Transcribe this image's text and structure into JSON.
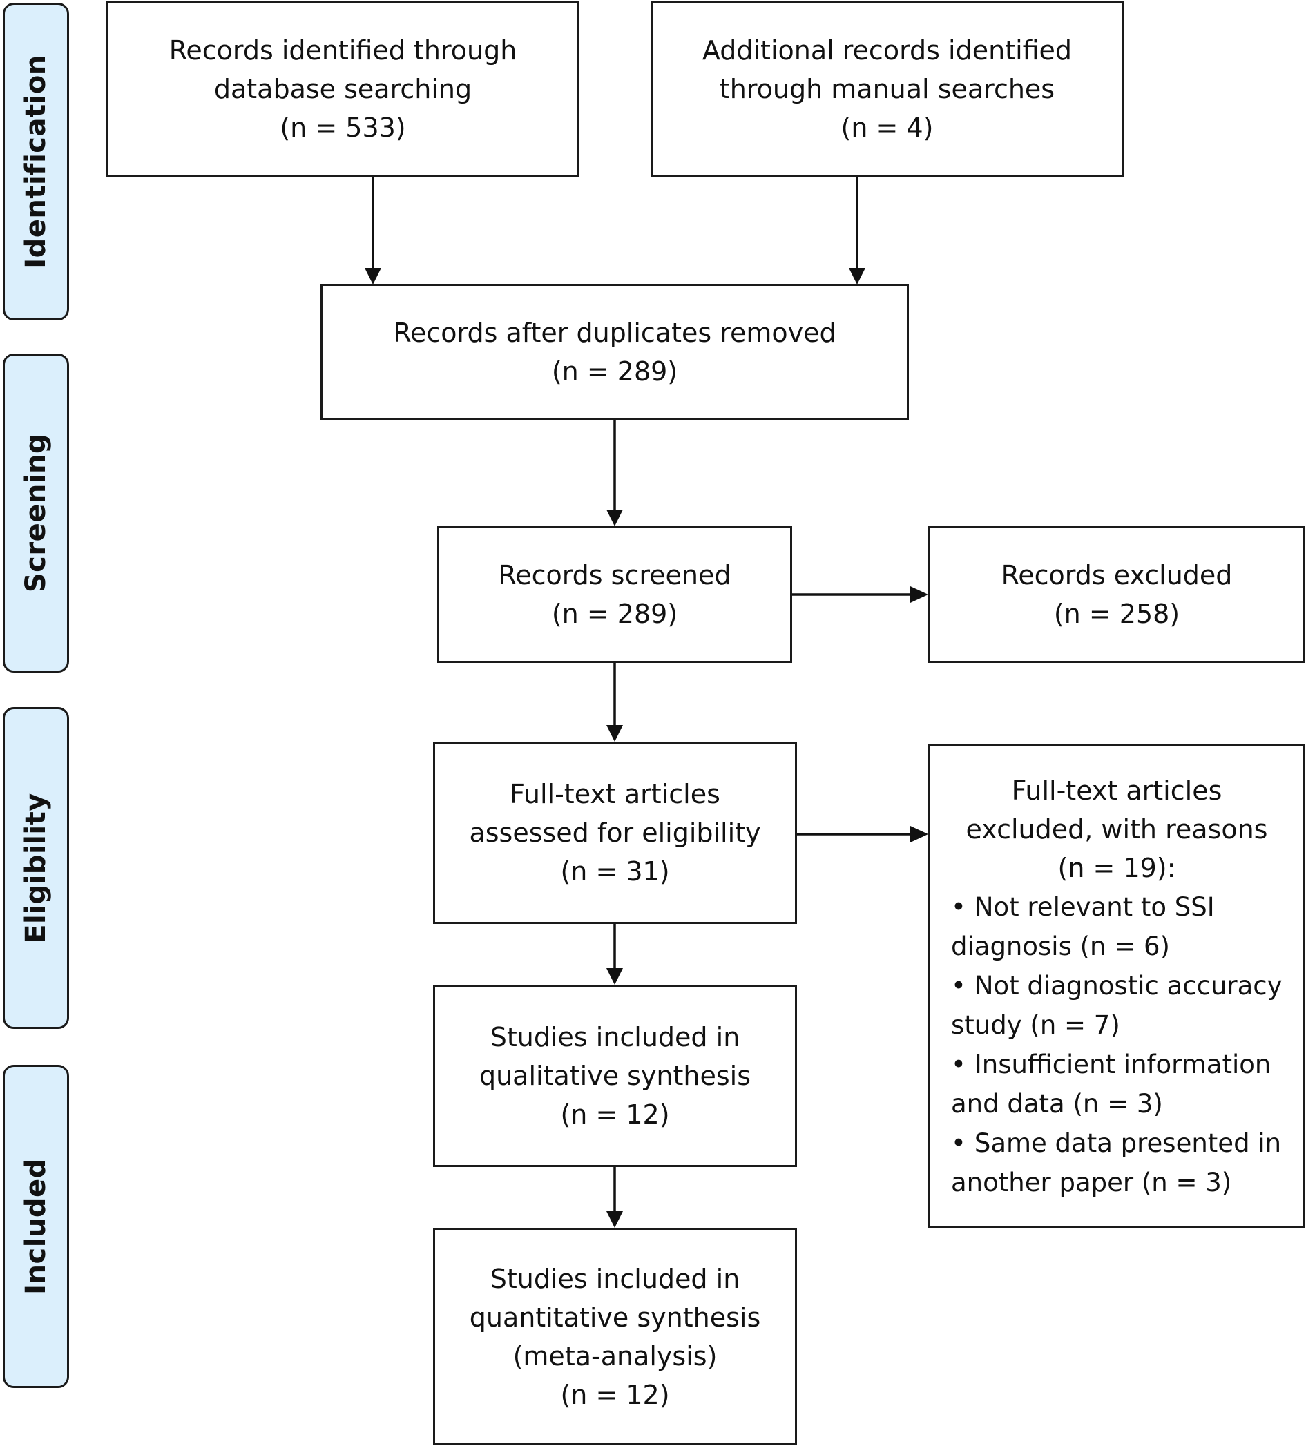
{
  "stages": [
    {
      "id": "identification",
      "label": "Identification"
    },
    {
      "id": "screening",
      "label": "Screening"
    },
    {
      "id": "eligibility",
      "label": "Eligibility"
    },
    {
      "id": "included",
      "label": "Included"
    }
  ],
  "boxes": {
    "database_search": {
      "lines": [
        "Records identified through",
        "database searching",
        "(n = 533)"
      ]
    },
    "manual_search": {
      "lines": [
        "Additional records identified",
        "through manual searches",
        "(n = 4)"
      ]
    },
    "after_duplicates": {
      "lines": [
        "Records after duplicates removed",
        "(n = 289)"
      ]
    },
    "screened": {
      "lines": [
        "Records screened",
        "(n = 289)"
      ]
    },
    "excluded": {
      "lines": [
        "Records excluded",
        "(n = 258)"
      ]
    },
    "fulltext_assessed": {
      "lines": [
        "Full-text articles",
        "assessed for eligibility",
        "(n = 31)"
      ]
    },
    "fulltext_excluded": {
      "header": [
        "Full-text articles",
        "excluded, with reasons",
        "(n = 19):"
      ],
      "bullet": "•",
      "reasons": [
        [
          "Not relevant to SSI",
          "diagnosis (n = 6)"
        ],
        [
          "Not diagnostic accuracy",
          "study (n = 7)"
        ],
        [
          "Insufficient information",
          "and data (n = 3)"
        ],
        [
          "Same data presented in",
          "another paper (n = 3)"
        ]
      ]
    },
    "qualitative": {
      "lines": [
        "Studies included in",
        "qualitative synthesis",
        "(n = 12)"
      ]
    },
    "quantitative": {
      "lines": [
        "Studies included in",
        "quantitative synthesis",
        "(meta-analysis)",
        "(n = 12)"
      ]
    }
  }
}
